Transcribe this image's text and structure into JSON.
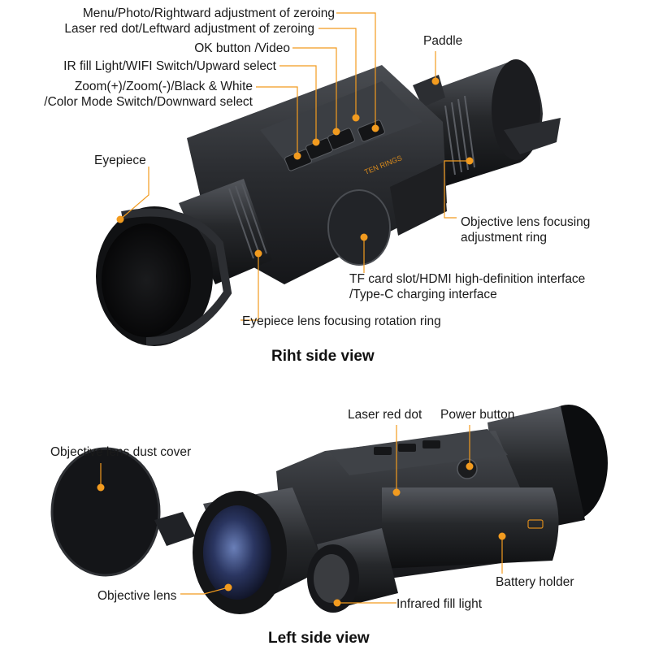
{
  "colors": {
    "callout": "#f29b1f",
    "device_dark": "#1f2124",
    "device_mid": "#3a3d42",
    "accent_logo": "#d98a1c"
  },
  "top_view": {
    "caption": "Riht side view",
    "labels": {
      "menu": "Menu/Photo/Rightward adjustment of zeroing",
      "laser": "Laser red dot/Leftward adjustment of zeroing",
      "ok": "OK button /Video",
      "ir": "IR fill Light/WIFI Switch/Upward select",
      "zoom_line1": "Zoom(+)/Zoom(-)/Black & White",
      "zoom_line2": "/Color Mode Switch/Downward select",
      "paddle": "Paddle",
      "eyepiece": "Eyepiece",
      "objective_ring_line1": "Objective lens focusing",
      "objective_ring_line2": "adjustment ring",
      "tf_line1": "TF card slot/HDMI high-definition interface",
      "tf_line2": "/Type-C charging interface",
      "eyepiece_ring": "Eyepiece lens focusing rotation ring"
    },
    "logo": "TEN RINGS"
  },
  "bottom_view": {
    "caption": "Left side view",
    "labels": {
      "laser_dot": "Laser red dot",
      "power": "Power button",
      "dust_cover": "Objective lens dust cover",
      "objective_lens": "Objective lens",
      "battery": "Battery holder",
      "ir_light": "Infrared fill light"
    }
  }
}
